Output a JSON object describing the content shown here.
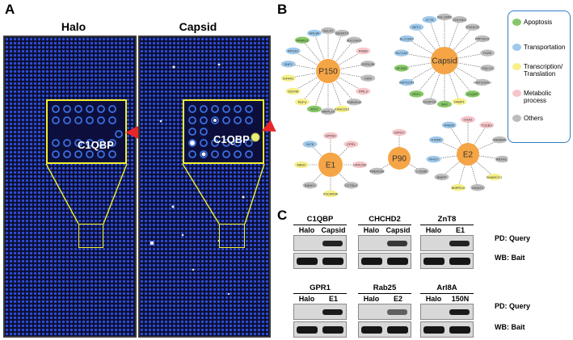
{
  "panel_a": {
    "letter": "A",
    "arrays": [
      {
        "title": "Halo",
        "zoom_label": "C1QBP"
      },
      {
        "title": "Capsid",
        "zoom_label": "C1QBP"
      }
    ]
  },
  "panel_b": {
    "letter": "B",
    "legend": [
      {
        "label": "Apoptosis",
        "color": "#86c867"
      },
      {
        "label": "Transportation",
        "color": "#9ec9eb"
      },
      {
        "label": "Transcription/ Translation",
        "color": "#f6f08a"
      },
      {
        "label": "Metabolic process",
        "color": "#f6c6ca"
      },
      {
        "label": "Others",
        "color": "#bdbdbd"
      }
    ],
    "networks": [
      {
        "hub": "P150",
        "nodes": [
          {
            "label": "SULF2",
            "cat": "o"
          },
          {
            "label": "B3GNT3",
            "cat": "o"
          },
          {
            "label": "SDCCAG3",
            "cat": "o"
          },
          {
            "label": "RHEB",
            "cat": "m"
          },
          {
            "label": "CERL2B",
            "cat": "o"
          },
          {
            "label": "CKM",
            "cat": "o"
          },
          {
            "label": "PPIL3",
            "cat": "m"
          },
          {
            "label": "TMEM140",
            "cat": "o"
          },
          {
            "label": "KIAA1310",
            "cat": "y"
          },
          {
            "label": "MRPL14",
            "cat": "o"
          },
          {
            "label": "ATF1",
            "cat": "g"
          },
          {
            "label": "PDP4",
            "cat": "y"
          },
          {
            "label": "DDX48",
            "cat": "y"
          },
          {
            "label": "EIF4A1",
            "cat": "y"
          },
          {
            "label": "SNP1",
            "cat": "b"
          },
          {
            "label": "APOA1",
            "cat": "b"
          },
          {
            "label": "IPMA13",
            "cat": "g"
          },
          {
            "label": "ARL8A",
            "cat": "b"
          }
        ]
      },
      {
        "hub": "Capsid",
        "nodes": [
          {
            "label": "DULLARD",
            "cat": "o"
          },
          {
            "label": "CHCHD2",
            "cat": "o"
          },
          {
            "label": "PLEKC3",
            "cat": "o"
          },
          {
            "label": "PPP1R13",
            "cat": "o"
          },
          {
            "label": "PLEK",
            "cat": "o"
          },
          {
            "label": "PQLC3",
            "cat": "o"
          },
          {
            "label": "HIST1H2AD",
            "cat": "o"
          },
          {
            "label": "C1QBP",
            "cat": "g"
          },
          {
            "label": "PABP1",
            "cat": "y"
          },
          {
            "label": "BAX",
            "cat": "g"
          },
          {
            "label": "DUSP26",
            "cat": "o"
          },
          {
            "label": "RSF1",
            "cat": "g"
          },
          {
            "label": "ASPSCR1",
            "cat": "b"
          },
          {
            "label": "NFKB2",
            "cat": "g"
          },
          {
            "label": "SLC1A3",
            "cat": "b"
          },
          {
            "label": "SLC16A7",
            "cat": "b"
          },
          {
            "label": "BET1",
            "cat": "b"
          },
          {
            "label": "SYT6",
            "cat": "b"
          }
        ]
      },
      {
        "hub": "E1",
        "nodes": [
          {
            "label": "GPR62",
            "cat": "m"
          },
          {
            "label": "CPR1",
            "cat": "m"
          },
          {
            "label": "LRRC58",
            "cat": "m"
          },
          {
            "label": "CCT8L2",
            "cat": "o"
          },
          {
            "label": "ZSCAN5A",
            "cat": "y"
          },
          {
            "label": "BANK1",
            "cat": "o"
          },
          {
            "label": "MBS2",
            "cat": "y"
          },
          {
            "label": "ZnT8",
            "cat": "b"
          }
        ]
      },
      {
        "hub": "P90",
        "nodes": [
          {
            "label": "GPR27",
            "cat": "m"
          },
          {
            "label": "LCE3B",
            "cat": "o"
          },
          {
            "label": "TMEM108",
            "cat": "o"
          }
        ]
      },
      {
        "hub": "E2",
        "nodes": [
          {
            "label": "CNAZ",
            "cat": "m"
          },
          {
            "label": "TCEB3",
            "cat": "m"
          },
          {
            "label": "FAM84A",
            "cat": "o"
          },
          {
            "label": "ANXA13",
            "cat": "o"
          },
          {
            "label": "SMARCC1",
            "cat": "y"
          },
          {
            "label": "MGAT3",
            "cat": "o"
          },
          {
            "label": "BMPR1A",
            "cat": "y"
          },
          {
            "label": "BNIPP",
            "cat": "o"
          },
          {
            "label": "RHOJ",
            "cat": "b"
          },
          {
            "label": "STAM2",
            "cat": "b"
          },
          {
            "label": "RAB25",
            "cat": "b"
          }
        ]
      }
    ]
  },
  "panel_c": {
    "letter": "C",
    "row_labels": {
      "query": "PD: Query",
      "bait": "WB: Bait"
    },
    "blots": [
      {
        "title": "C1QBP",
        "lanes": [
          "Halo",
          "Capsid"
        ],
        "band": 0.9
      },
      {
        "title": "CHCHD2",
        "lanes": [
          "Halo",
          "Capsid"
        ],
        "band": 0.8
      },
      {
        "title": "ZnT8",
        "lanes": [
          "Halo",
          "E1"
        ],
        "band": 0.9
      },
      {
        "title": "GPR1",
        "lanes": [
          "Halo",
          "E1"
        ],
        "band": 0.95
      },
      {
        "title": "Rab25",
        "lanes": [
          "Halo",
          "E2"
        ],
        "band": 0.6
      },
      {
        "title": "Arl8A",
        "lanes": [
          "Halo",
          "150N"
        ],
        "band": 0.95
      }
    ]
  }
}
